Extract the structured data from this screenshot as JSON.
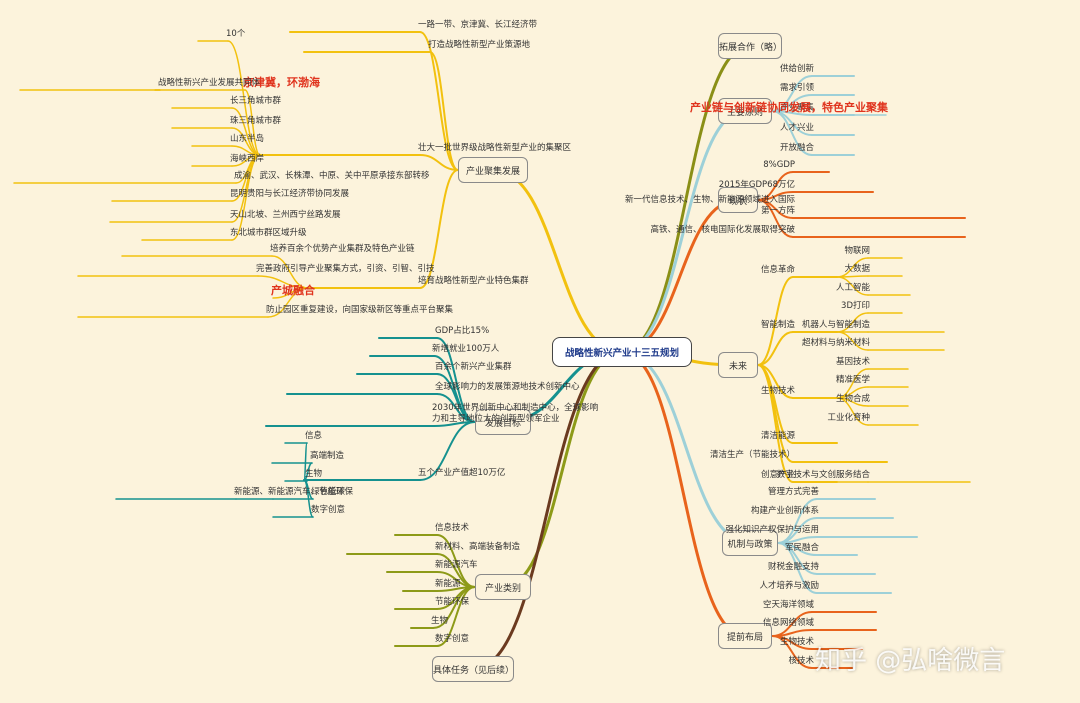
{
  "root": "战略性新兴产业十三五规划",
  "watermark": "知乎 @弘啥微言",
  "colors": {
    "yellow": "#f2c10f",
    "teal": "#15918f",
    "olive": "#8d9a18",
    "brown": "#6b3a1f",
    "olive_top": "#8a8f16",
    "lightblue": "#9dd0d8",
    "orange": "#e8631c"
  },
  "branches": [
    {
      "label": "产业聚集发展",
      "color": "yellow",
      "children": [
        {
          "label": "一路一带、京津冀、长江经济带"
        },
        {
          "label": "打造战略性新型产业策源地"
        },
        {
          "label": "壮大一批世界级战略性新型产业的集聚区",
          "children": [
            {
              "label": "10个"
            },
            {
              "label": "京津冀，环渤海",
              "red": true,
              "children": [
                {
                  "label": "战略性新兴产业发展共同体"
                }
              ]
            },
            {
              "label": "长三角城市群"
            },
            {
              "label": "珠三角城市群"
            },
            {
              "label": "山东半岛"
            },
            {
              "label": "海峡西岸"
            },
            {
              "label": "成渝、武汉、长株潭、中原、关中平原承接东部转移"
            },
            {
              "label": "昆明贵阳与长江经济带协同发展"
            },
            {
              "label": "天山北坡、兰州西宁丝路发展"
            },
            {
              "label": "东北城市群区域升级"
            }
          ]
        },
        {
          "label": "培育战略性新型产业特色集群",
          "children": [
            {
              "label": "培养百余个优势产业集群及特色产业链"
            },
            {
              "label": "完善政府引导产业聚集方式，引资、引智、引技"
            },
            {
              "label": "产城融合",
              "red": true
            },
            {
              "label": "防止园区重复建设，向国家级新区等重点平台聚集"
            }
          ]
        }
      ]
    },
    {
      "label": "发展目标",
      "color": "teal",
      "children": [
        {
          "label": "GDP占比15%"
        },
        {
          "label": "新增就业100万人"
        },
        {
          "label": "百余个新兴产业集群"
        },
        {
          "label": "全球影响力的发展策源地技术创新中心"
        },
        {
          "label": "2030年世界创新中心和制造中心，全球影响力和主导地位大的创新型领军企业"
        },
        {
          "label": "五个产业产值超10万亿",
          "children": [
            {
              "label": "信息"
            },
            {
              "label": "高端制造"
            },
            {
              "label": "生物"
            },
            {
              "label": "绿色低碳",
              "children": [
                {
                  "label": "新能源、新能源汽车、节能环保"
                }
              ]
            },
            {
              "label": "数字创意"
            }
          ]
        }
      ]
    },
    {
      "label": "产业类别",
      "color": "olive",
      "children": [
        {
          "label": "信息技术"
        },
        {
          "label": "新材料、高端装备制造"
        },
        {
          "label": "新能源汽车"
        },
        {
          "label": "新能源"
        },
        {
          "label": "节能环保"
        },
        {
          "label": "生物"
        },
        {
          "label": "数字创意"
        }
      ]
    },
    {
      "label": "具体任务（见后续）",
      "color": "brown",
      "children": []
    },
    {
      "label": "拓展合作（略）",
      "color": "olive_top",
      "children": []
    },
    {
      "label": "主要原则",
      "color": "lightblue",
      "children": [
        {
          "label": "供给创新"
        },
        {
          "label": "需求引领"
        },
        {
          "label": "产业聚集",
          "children": [
            {
              "label": "产业链与创新链协同发展，特色产业聚集",
              "red": true
            }
          ]
        },
        {
          "label": "人才兴业"
        },
        {
          "label": "开放融合"
        }
      ]
    },
    {
      "label": "现状",
      "color": "orange",
      "children": [
        {
          "label": "8%GDP"
        },
        {
          "label": "2015年GDP68万亿"
        },
        {
          "label": "新一代信息技术、生物、新能源领域进入国际第一方阵"
        },
        {
          "label": "高铁、通信、核电国际化发展取得突破"
        }
      ]
    },
    {
      "label": "未来",
      "color": "yellow",
      "children": [
        {
          "label": "信息革命",
          "children": [
            {
              "label": "物联网"
            },
            {
              "label": "大数据"
            },
            {
              "label": "人工智能"
            }
          ]
        },
        {
          "label": "智能制造",
          "children": [
            {
              "label": "3D打印"
            },
            {
              "label": "机器人与智能制造"
            },
            {
              "label": "超材料与纳米材料"
            }
          ]
        },
        {
          "label": "生物技术",
          "children": [
            {
              "label": "基因技术"
            },
            {
              "label": "精准医学"
            },
            {
              "label": "生物合成"
            },
            {
              "label": "工业化育种"
            }
          ]
        },
        {
          "label": "清洁能源"
        },
        {
          "label": "清洁生产（节能技术）"
        },
        {
          "label": "创意产业",
          "children": [
            {
              "label": "数字技术与文创服务结合"
            }
          ]
        }
      ]
    },
    {
      "label": "机制与政策",
      "color": "lightblue",
      "children": [
        {
          "label": "管理方式完善"
        },
        {
          "label": "构建产业创新体系"
        },
        {
          "label": "强化知识产权保护与运用"
        },
        {
          "label": "军民融合"
        },
        {
          "label": "财税金融支持"
        },
        {
          "label": "人才培养与激励"
        }
      ]
    },
    {
      "label": "提前布局",
      "color": "orange",
      "children": [
        {
          "label": "空天海洋领域"
        },
        {
          "label": "信息网络领域"
        },
        {
          "label": "生物技术"
        },
        {
          "label": "核技术"
        }
      ]
    }
  ]
}
